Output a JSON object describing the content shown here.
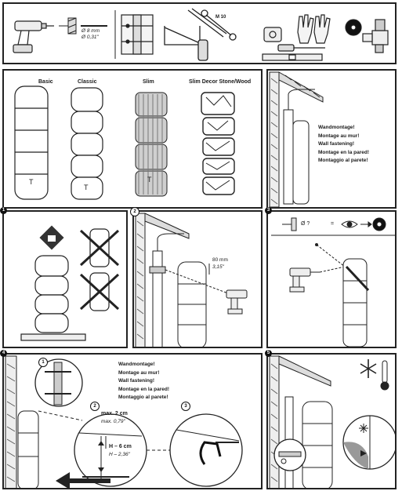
{
  "tools": {
    "drill_bit_mm": "Ø 8 mm",
    "drill_bit_in": "Ø 0,31\"",
    "wrench_label": "M 10"
  },
  "models": {
    "labels": [
      "Basic",
      "Classic",
      "Slim",
      "Slim Decor Stone/Wood"
    ]
  },
  "wall_mount": {
    "lines": [
      "Wandmontage!",
      "Montage au mur!",
      "Wall fastening!",
      "Montage en la pared!",
      "Montaggio al parete!"
    ]
  },
  "step2": {
    "marker": "2",
    "height_mm": "80 mm",
    "height_in": "3,15\""
  },
  "step3": {
    "marker": "3",
    "hole_query": "Ø ?",
    "equals": "="
  },
  "step4": {
    "marker": "4",
    "sub": [
      "1",
      "2",
      "3"
    ],
    "max_cm": "max. 2 cm",
    "max_in": "max. 0,79\"",
    "h_cm": "H – 6 cm",
    "h_in": "H – 2,36\""
  },
  "step5": {
    "marker": "5"
  },
  "step1": {
    "marker": "1"
  }
}
